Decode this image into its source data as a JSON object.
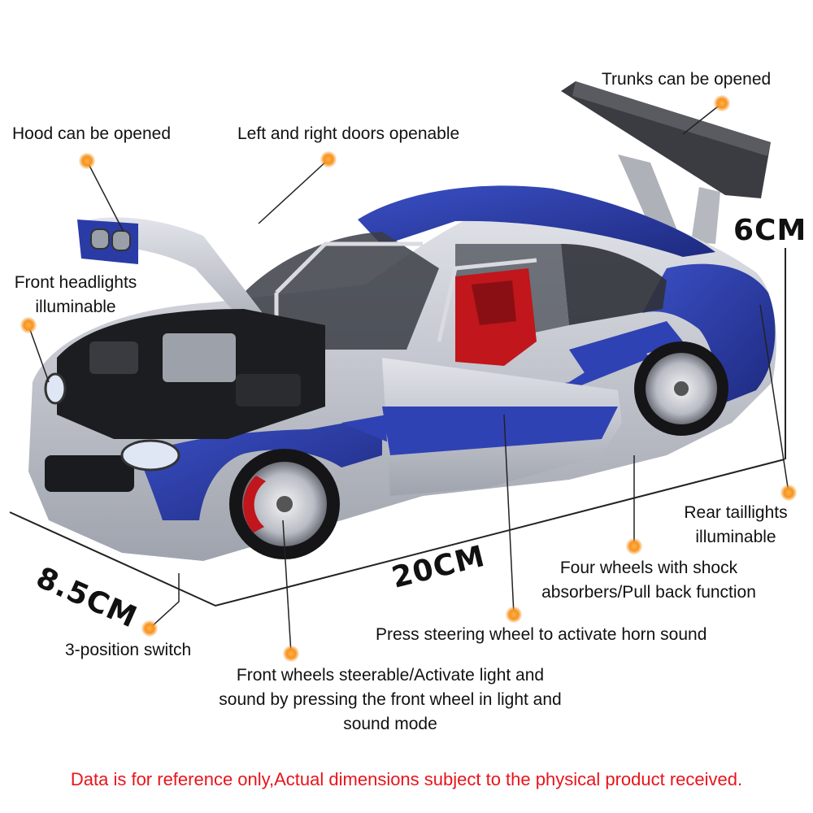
{
  "callouts": {
    "hood": "Hood can be opened",
    "doors": "Left and right doors openable",
    "trunk": "Trunks can be opened",
    "headlights_line1": "Front headlights",
    "headlights_line2": "illuminable",
    "taillights_line1": "Rear taillights",
    "taillights_line2": "illuminable",
    "wheels_line1": "Four wheels with shock",
    "wheels_line2": "absorbers/Pull back function",
    "horn": "Press steering wheel to activate horn sound",
    "switch": "3-position switch",
    "front_line1": "Front wheels steerable/Activate light and",
    "front_line2": "sound by pressing the front wheel in light and",
    "front_line3": "sound mode"
  },
  "dimensions": {
    "height": "6CM",
    "width": "8.5CM",
    "length": "20CM"
  },
  "disclaimer": "Data is for reference only,Actual dimensions subject to the physical product received.",
  "colors": {
    "dot": "#f7931e",
    "body_blue": "#2c3ea6",
    "body_silver": "#c9cdd4",
    "seat_red": "#c0161c",
    "disclaimer": "#e8141b"
  }
}
